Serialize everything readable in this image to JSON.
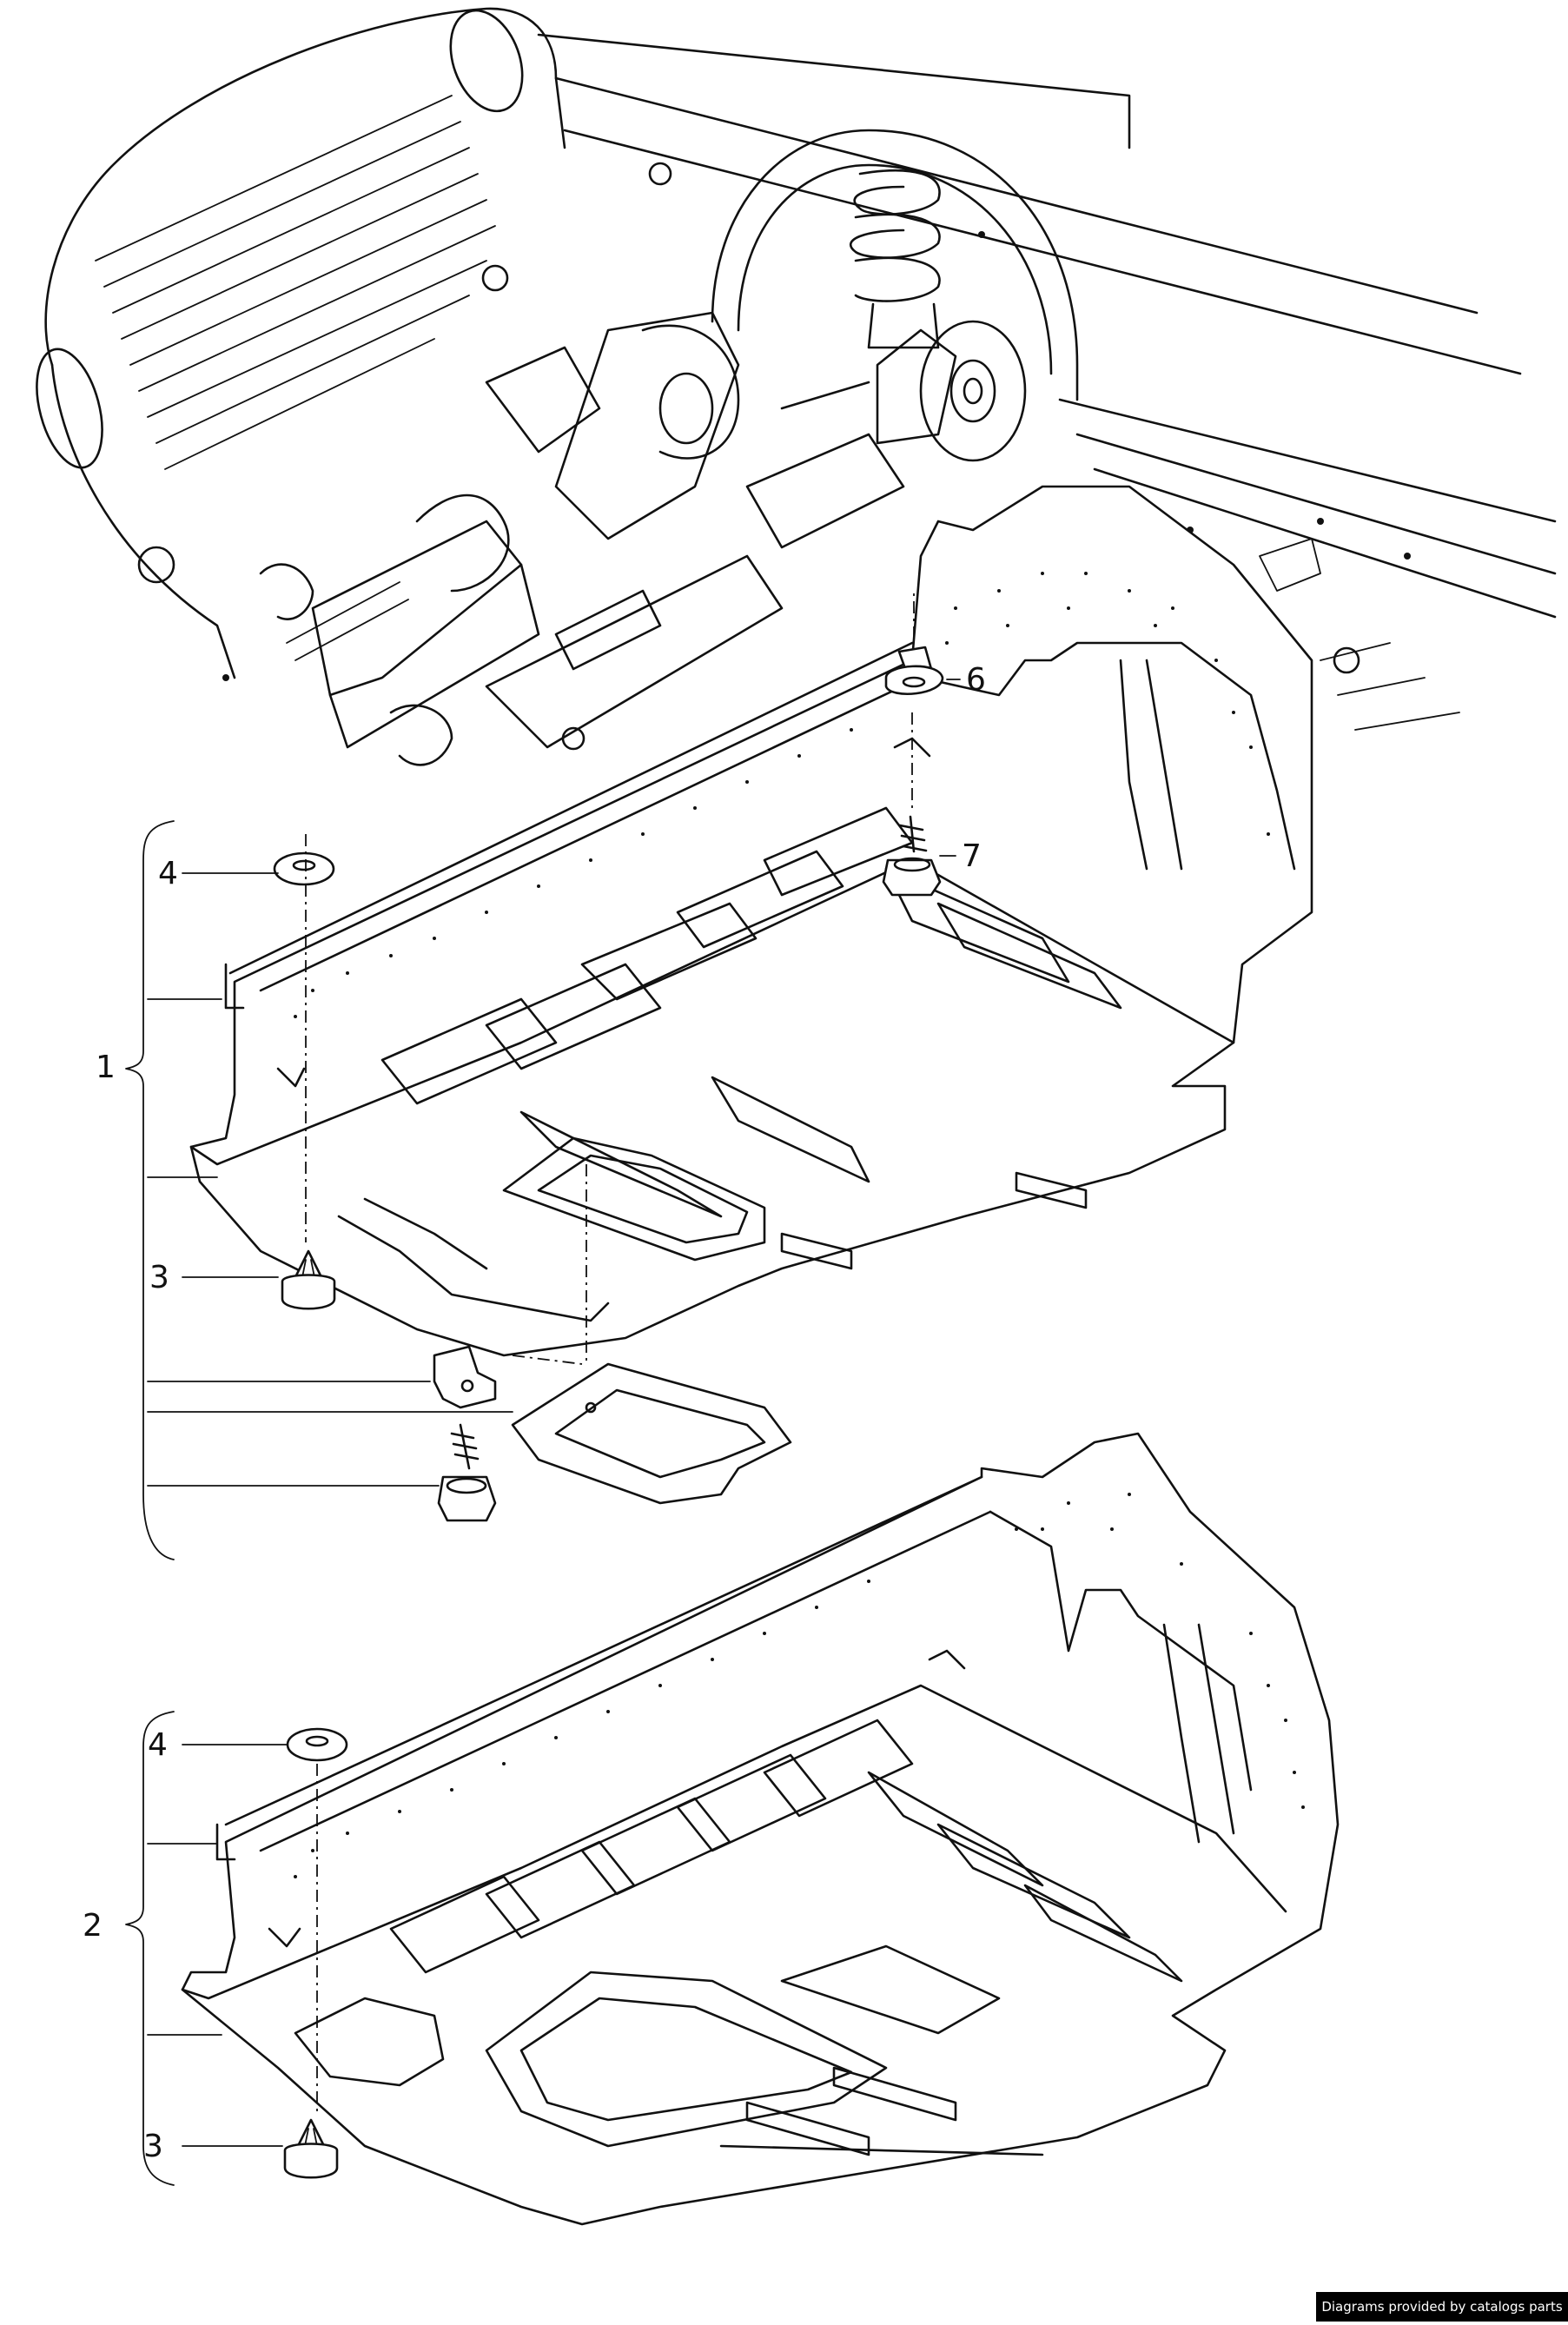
{
  "callouts": {
    "c1": "1",
    "c2": "2",
    "c3a": "3",
    "c3b": "3",
    "c4a": "4",
    "c4b": "4",
    "c6": "6",
    "c7": "7"
  },
  "footer": {
    "credit": "Diagrams provided by catalogs parts"
  }
}
